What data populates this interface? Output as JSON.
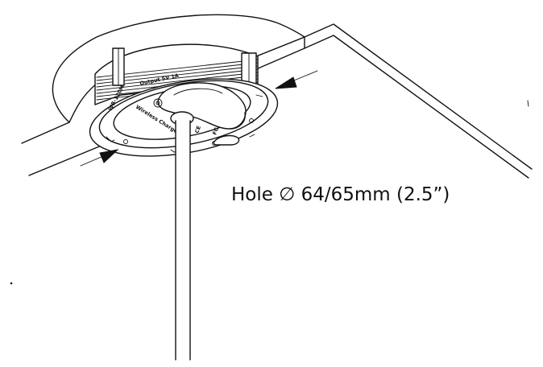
{
  "diagram": {
    "label": "Hole ∅ 64/65mm (2.5”)",
    "device_markings": {
      "model": "WB-120M",
      "output": "Output 5V 1A",
      "brand": "Wireless Charger",
      "cert_ce": "CE",
      "cert_fc": "FC"
    }
  }
}
